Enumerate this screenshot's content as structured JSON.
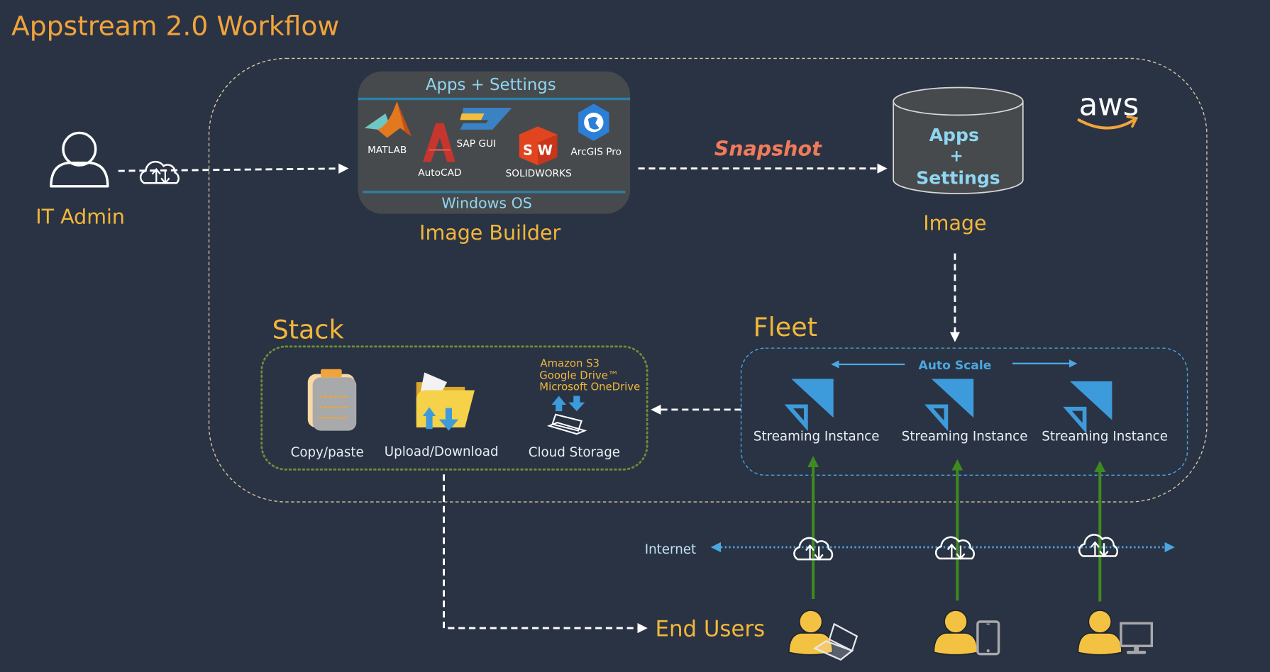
{
  "title": "Appstream 2.0 Workflow",
  "colors": {
    "background": "#2a3344",
    "title": "#f2a43a",
    "section_label": "#f2b73a",
    "snapshot": "#f07b5a",
    "auto_scale": "#4aa8e0",
    "image_text": "#8fd6f2",
    "stream_arrow": "#3f8a1f",
    "internet_line": "#4aa8e0"
  },
  "brand": {
    "logo_text": "aws"
  },
  "it_admin": {
    "label": "IT Admin"
  },
  "image_builder": {
    "label": "Image Builder",
    "top_bar": "Apps + Settings",
    "bottom_bar": "Windows OS",
    "apps": [
      {
        "name": "MATLAB",
        "icon": "matlab-icon"
      },
      {
        "name": "AutoCAD",
        "icon": "autocad-icon"
      },
      {
        "name": "SAP GUI",
        "icon": "sap-gui-icon"
      },
      {
        "name": "SOLIDWORKS",
        "icon": "solidworks-icon",
        "glyph": "S W"
      },
      {
        "name": "ArcGIS Pro",
        "icon": "arcgis-icon"
      }
    ]
  },
  "snapshot": {
    "label": "Snapshot"
  },
  "image": {
    "label": "Image",
    "lines": [
      "Apps",
      "+",
      "Settings"
    ]
  },
  "stack": {
    "label": "Stack",
    "items": [
      {
        "label": "Copy/paste",
        "icon": "clipboard-icon"
      },
      {
        "label": "Upload/Download",
        "icon": "folder-transfer-icon"
      },
      {
        "label": "Cloud Storage",
        "icon": "cloud-storage-laptop-icon"
      }
    ],
    "storage_providers": [
      "Amazon S3",
      "Google Drive™",
      "Microsoft OneDrive"
    ]
  },
  "fleet": {
    "label": "Fleet",
    "auto_scale": "Auto Scale",
    "instances": [
      {
        "label": "Streaming Instance"
      },
      {
        "label": "Streaming Instance"
      },
      {
        "label": "Streaming Instance"
      }
    ]
  },
  "internet": {
    "label": "Internet"
  },
  "end_users": {
    "label": "End Users",
    "devices": [
      "laptop",
      "mobile-phone",
      "desktop-monitor"
    ]
  }
}
